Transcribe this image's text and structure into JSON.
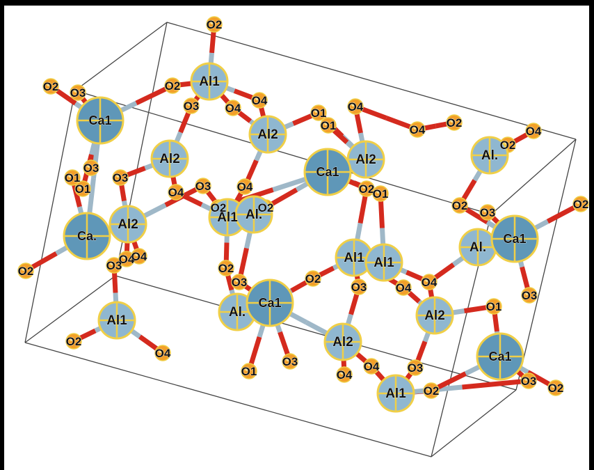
{
  "structure": {
    "colors": {
      "calcium": "#5f97b8",
      "aluminium": "#8fb7d0",
      "oxygen": "#f2a02a",
      "atom_outline": "#f0cf47",
      "bond_red": "#d42a1e",
      "bond_blue": "#9fb8c8",
      "cell_edge": "#444444"
    },
    "elements": {
      "calcium": "Ca",
      "aluminium": "Al",
      "oxygen": "O"
    },
    "unit_cell": {
      "visible": true
    },
    "atoms": [
      {
        "el": "O",
        "label": "O2"
      },
      {
        "el": "Al",
        "label": "Al1"
      },
      {
        "el": "O",
        "label": "O2"
      },
      {
        "el": "O",
        "label": "O3"
      },
      {
        "el": "O",
        "label": "O2"
      },
      {
        "el": "O",
        "label": "O3"
      },
      {
        "el": "O",
        "label": "O4"
      },
      {
        "el": "O",
        "label": "O4"
      },
      {
        "el": "Ca",
        "label": "Ca1"
      },
      {
        "el": "O",
        "label": "O3"
      },
      {
        "el": "O",
        "label": "O1"
      },
      {
        "el": "Al",
        "label": "Al2"
      },
      {
        "el": "O",
        "label": "O1"
      },
      {
        "el": "O",
        "label": "O4"
      },
      {
        "el": "O",
        "label": "O4"
      },
      {
        "el": "O",
        "label": "O2"
      },
      {
        "el": "Al",
        "label": "Al2"
      },
      {
        "el": "O",
        "label": "O1"
      },
      {
        "el": "O",
        "label": "O3"
      },
      {
        "el": "Ca",
        "label": "Ca1"
      },
      {
        "el": "Al",
        "label": "Al2"
      },
      {
        "el": "Al",
        "label": "Al."
      },
      {
        "el": "O",
        "label": "O1"
      },
      {
        "el": "O",
        "label": "O2"
      },
      {
        "el": "O",
        "label": "O4"
      },
      {
        "el": "O",
        "label": "O4"
      },
      {
        "el": "O",
        "label": "O3"
      },
      {
        "el": "O",
        "label": "O4"
      },
      {
        "el": "O",
        "label": "O2"
      },
      {
        "el": "O",
        "label": "O2"
      },
      {
        "el": "Al",
        "label": "Al1"
      },
      {
        "el": "Al",
        "label": "Al."
      },
      {
        "el": "Ca",
        "label": "Ca."
      },
      {
        "el": "Al",
        "label": "Al2"
      },
      {
        "el": "O",
        "label": "O4"
      },
      {
        "el": "O",
        "label": "O4"
      },
      {
        "el": "O",
        "label": "O2"
      },
      {
        "el": "O",
        "label": "O2"
      },
      {
        "el": "O",
        "label": "O3"
      },
      {
        "el": "O",
        "label": "O2"
      },
      {
        "el": "Ca",
        "label": "Ca1"
      },
      {
        "el": "Al",
        "label": "Al."
      },
      {
        "el": "Al",
        "label": "Al1"
      },
      {
        "el": "Al",
        "label": "Al1"
      },
      {
        "el": "O",
        "label": "O2"
      },
      {
        "el": "O",
        "label": "O2"
      },
      {
        "el": "O",
        "label": "O4"
      },
      {
        "el": "O",
        "label": "O4"
      },
      {
        "el": "Ca",
        "label": "Ca1"
      },
      {
        "el": "O",
        "label": "O3"
      },
      {
        "el": "O",
        "label": "O1"
      },
      {
        "el": "O",
        "label": "O3"
      },
      {
        "el": "O",
        "label": "O3"
      },
      {
        "el": "Al",
        "label": "Al."
      },
      {
        "el": "Al",
        "label": "Al1"
      },
      {
        "el": "O",
        "label": "O2"
      },
      {
        "el": "O",
        "label": "O4"
      },
      {
        "el": "O",
        "label": "O1"
      },
      {
        "el": "O",
        "label": "O3"
      },
      {
        "el": "Al",
        "label": "Al2"
      },
      {
        "el": "O",
        "label": "O4"
      },
      {
        "el": "O",
        "label": "O4"
      },
      {
        "el": "Al",
        "label": "Al2"
      },
      {
        "el": "O",
        "label": "O1"
      },
      {
        "el": "O",
        "label": "O3"
      },
      {
        "el": "Al",
        "label": "Al1"
      },
      {
        "el": "O",
        "label": "O2"
      },
      {
        "el": "Ca",
        "label": "Ca1"
      },
      {
        "el": "O",
        "label": "O3"
      },
      {
        "el": "O",
        "label": "O2"
      },
      {
        "el": "O",
        "label": "O2"
      },
      {
        "el": "O",
        "label": "O3"
      }
    ]
  }
}
